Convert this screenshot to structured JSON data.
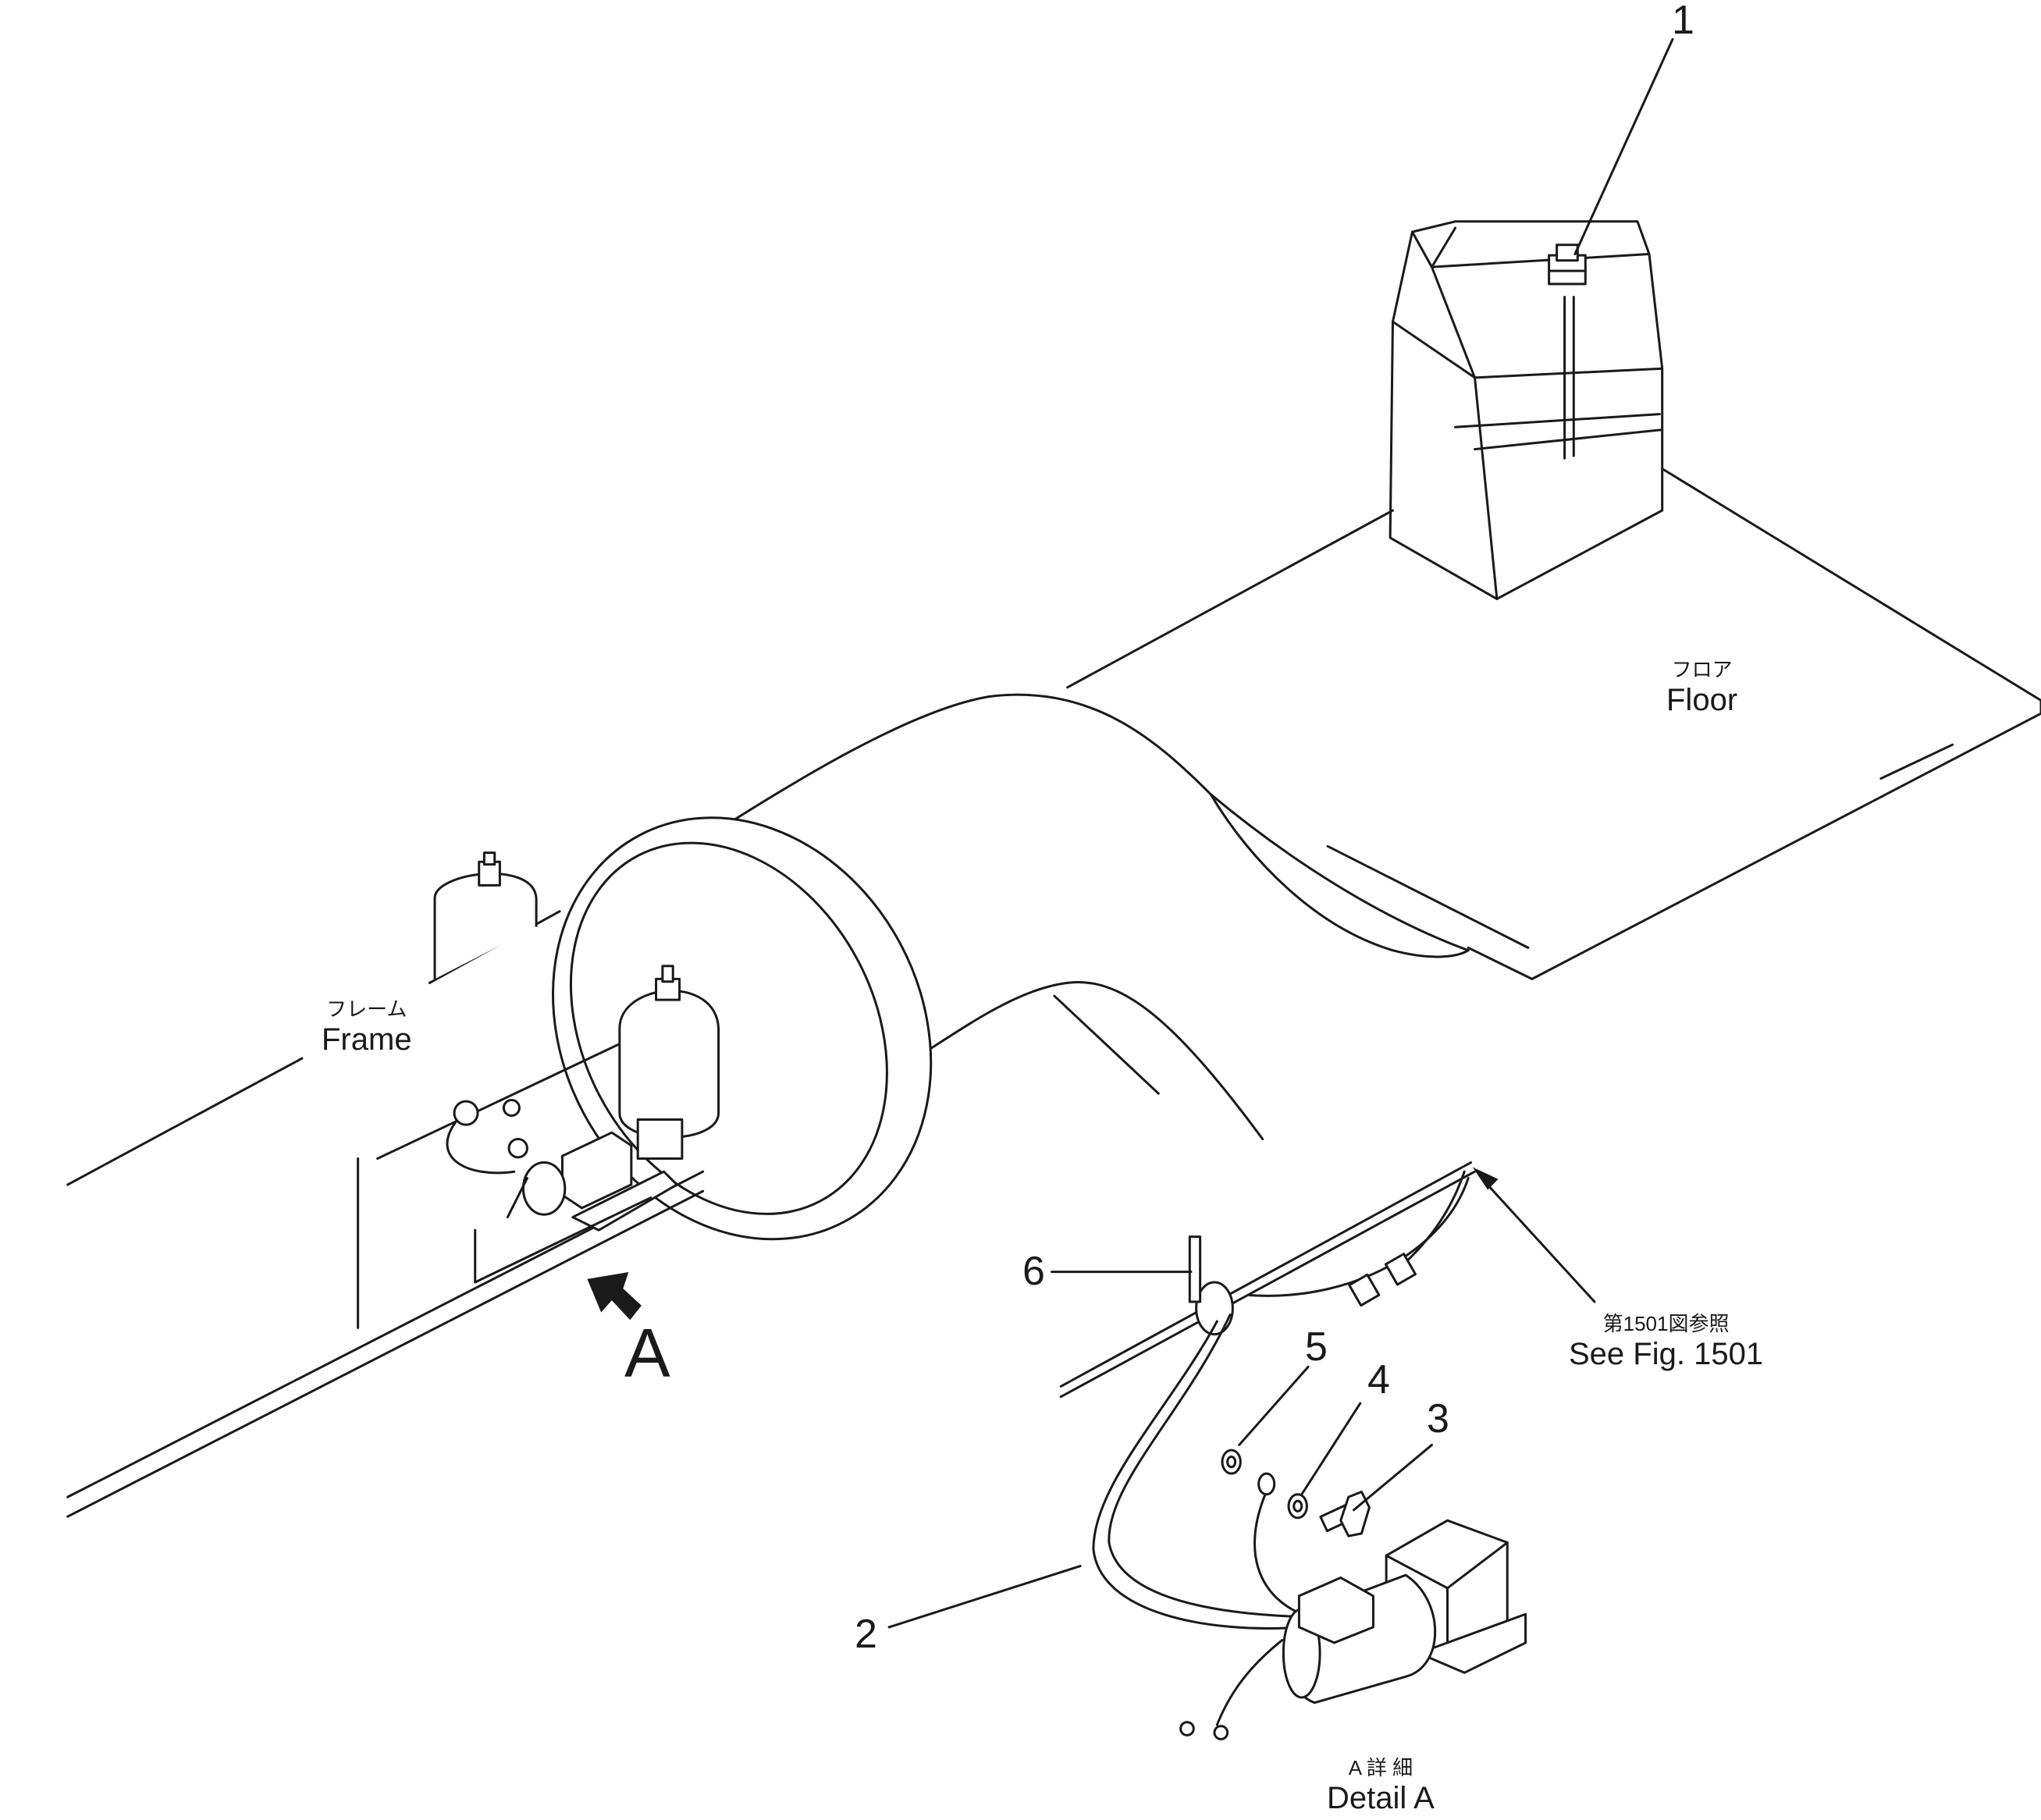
{
  "callouts": {
    "c1": "1",
    "c2": "2",
    "c3": "3",
    "c4": "4",
    "c5": "5",
    "c6": "6"
  },
  "labels": {
    "floor_jp": "フロア",
    "floor_en": "Floor",
    "frame_jp": "フレーム",
    "frame_en": "Frame",
    "view_arrow": "A",
    "ref_jp": "第1501図参照",
    "ref_en": "See Fig. 1501",
    "detail_jp": "A 詳 細",
    "detail_en": "Detail A"
  }
}
